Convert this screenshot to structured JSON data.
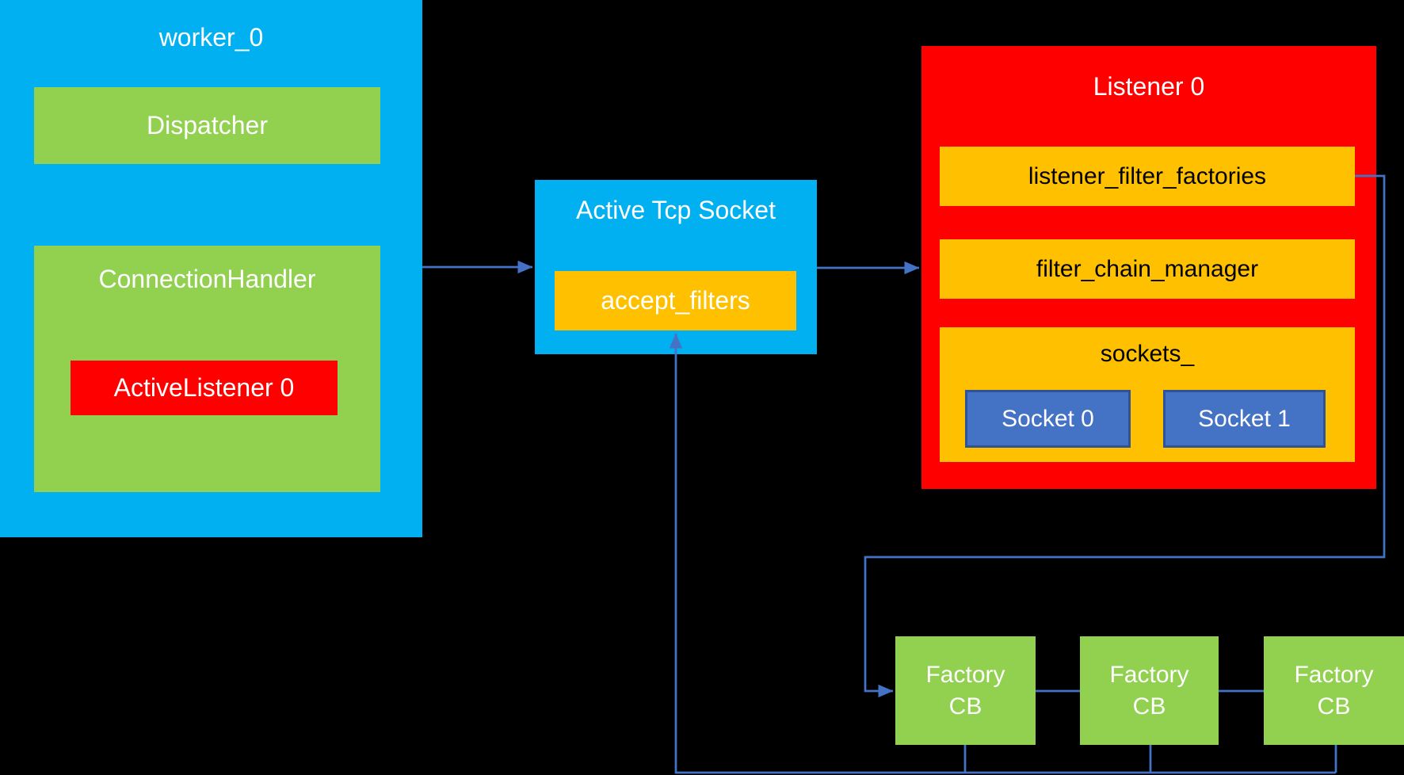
{
  "colors": {
    "background": "#000000",
    "cyan_box": "#00B0F0",
    "green_box": "#92D050",
    "red_box": "#FF0000",
    "amber_box": "#FFC000",
    "socket_fill": "#4472C4",
    "socket_border": "#2F5496",
    "connector": "#4472C4",
    "text_light": "#FFFFFF",
    "text_dark": "#000000"
  },
  "worker": {
    "title": "worker_0",
    "dispatcher_label": "Dispatcher",
    "connection_handler_label": "ConnectionHandler",
    "active_listener_label": "ActiveListener 0"
  },
  "active_tcp_socket": {
    "title": "Active Tcp Socket",
    "accept_filters_label": "accept_filters"
  },
  "listener": {
    "title": "Listener 0",
    "listener_filter_factories_label": "listener_filter_factories",
    "filter_chain_manager_label": "filter_chain_manager",
    "sockets_label": "sockets_",
    "sockets": [
      {
        "label": "Socket 0"
      },
      {
        "label": "Socket 1"
      }
    ]
  },
  "factory_callbacks": [
    {
      "line1": "Factory",
      "line2": "CB"
    },
    {
      "line1": "Factory",
      "line2": "CB"
    },
    {
      "line1": "Factory",
      "line2": "CB"
    }
  ]
}
